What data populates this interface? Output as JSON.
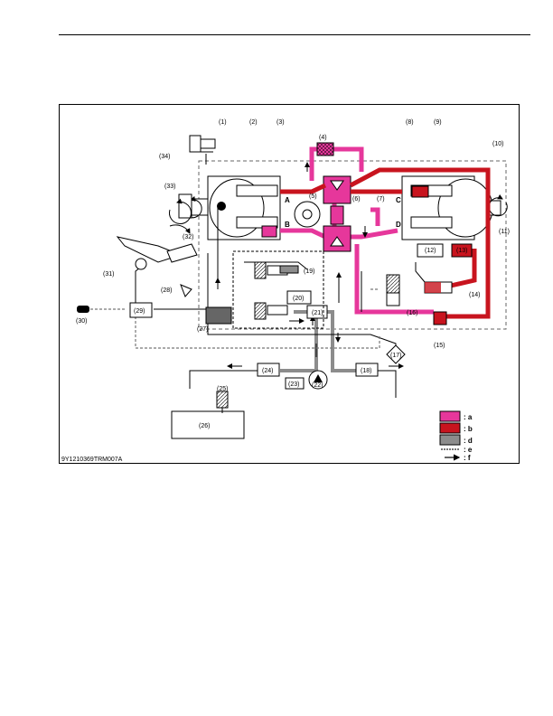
{
  "figure_code": "9Y1210369TRM007A",
  "colors": {
    "a": "#e6379b",
    "b": "#c8141e",
    "d": "#8c8c8c",
    "line": "#000000"
  },
  "legend": [
    {
      "key": "a",
      "text": ": a"
    },
    {
      "key": "b",
      "text": ": b"
    },
    {
      "key": "d",
      "text": ": d"
    },
    {
      "key": "e",
      "text": ": e"
    },
    {
      "key": "f",
      "text": ": f"
    }
  ],
  "port_letters": [
    "A",
    "B",
    "C",
    "D"
  ],
  "callouts": [
    "(1)",
    "(2)",
    "(3)",
    "(4)",
    "(5)",
    "(6)",
    "(7)",
    "(8)",
    "(9)",
    "(10)",
    "(11)",
    "(12)",
    "(13)",
    "(14)",
    "(15)",
    "(16)",
    "(17)",
    "(18)",
    "(19)",
    "(20)",
    "(21)",
    "(22)",
    "(23)",
    "(24)",
    "(25)",
    "(26)",
    "(27)",
    "(28)",
    "(29)",
    "(30)",
    "(31)",
    "(32)",
    "(33)",
    "(34)"
  ]
}
